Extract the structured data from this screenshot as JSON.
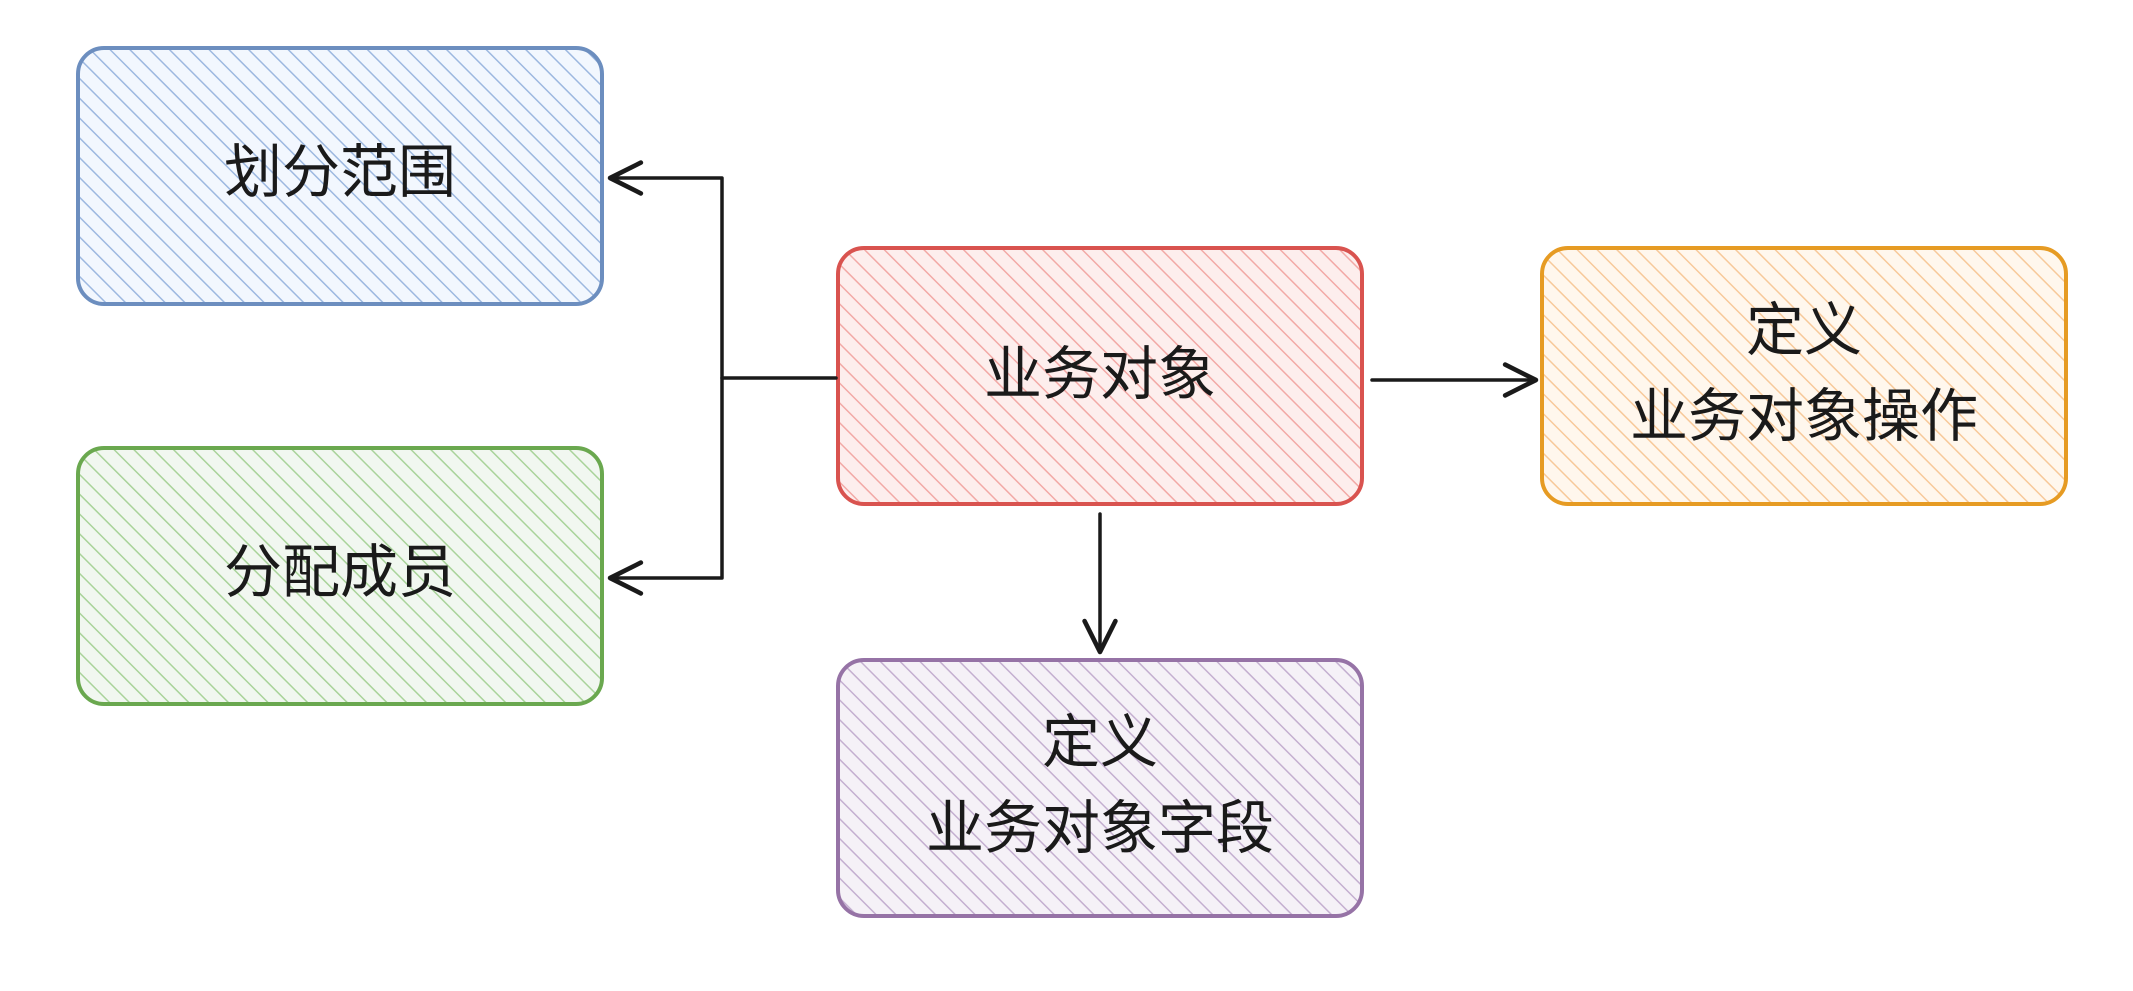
{
  "nodes": {
    "scope": {
      "label": "划分范围",
      "stroke": "#6c8ebf",
      "fill": "#dae8fc"
    },
    "members": {
      "label": "分配成员",
      "stroke": "#6aa84f",
      "fill": "#d5e8d4"
    },
    "business_object": {
      "label": "业务对象",
      "stroke": "#d9534f",
      "fill": "#f8cecc"
    },
    "define_operations": {
      "line1": "定义",
      "line2": "业务对象操作",
      "stroke": "#e69b23",
      "fill": "#ffe6cc"
    },
    "define_fields": {
      "line1": "定义",
      "line2": "业务对象字段",
      "stroke": "#9673a6",
      "fill": "#e1d5e7"
    }
  }
}
